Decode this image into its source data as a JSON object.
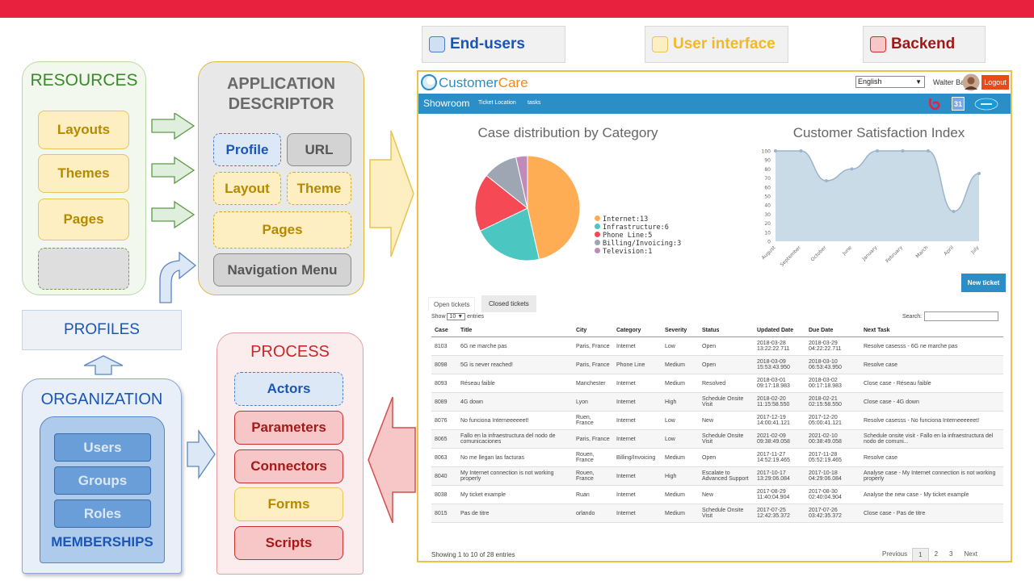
{
  "legend": [
    {
      "label": "End-users",
      "color": "#1a55b8",
      "swatch": "#cfe0f5",
      "swatch_border": "#4a7fc8"
    },
    {
      "label": "User interface",
      "color": "#f0b928",
      "swatch": "#fdefc2",
      "swatch_border": "#e8c55a"
    },
    {
      "label": "Backend",
      "color": "#a01818",
      "swatch": "#f7c6c6",
      "swatch_border": "#c83030"
    }
  ],
  "resources": {
    "title": "RESOURCES",
    "items": [
      "Layouts",
      "Themes",
      "Pages"
    ]
  },
  "app_descriptor": {
    "title_line1": "APPLICATION",
    "title_line2": "DESCRIPTOR",
    "profile": "Profile",
    "url": "URL",
    "layout": "Layout",
    "theme": "Theme",
    "pages": "Pages",
    "nav": "Navigation Menu"
  },
  "profiles": {
    "title": "PROFILES"
  },
  "organization": {
    "title": "ORGANIZATION",
    "items": [
      "Users",
      "Groups",
      "Roles"
    ],
    "footer": "MEMBERSHIPS"
  },
  "process": {
    "title": "PROCESS",
    "actors": "Actors",
    "parameters": "Parameters",
    "connectors": "Connectors",
    "forms": "Forms",
    "scripts": "Scripts"
  },
  "app": {
    "logo_prefix": "Customer",
    "logo_suffix": "Care",
    "language": "English",
    "user": "Walter Bates",
    "logout": "Logout",
    "nav": [
      "Showroom",
      "Ticket Location",
      "tasks"
    ],
    "calendar_num": "31",
    "pie_title": "Case distribution by Category",
    "line_title": "Customer Satisfaction Index",
    "new_ticket": "New ticket",
    "tabs": [
      "Open tickets",
      "Closed tickets"
    ],
    "show_label": "Show",
    "show_value": "10",
    "entries_label": "entries",
    "search_label": "Search:",
    "columns": [
      "Case",
      "Title",
      "City",
      "Category",
      "Severity",
      "Status",
      "Updated Date",
      "Due Date",
      "Next Task"
    ],
    "rows": [
      [
        "8103",
        "6G ne marche pas",
        "Paris, France",
        "Internet",
        "Low",
        "Open",
        "2018-03-28 13:22:22.711",
        "2018-03-29 04:22:22.711",
        "Resolve casesss - 6G ne marche pas"
      ],
      [
        "8098",
        "5G is never reached!",
        "Paris, France",
        "Phone Line",
        "Medium",
        "Open",
        "2018-03-09 15:53:43.950",
        "2018-03-10 06:53:43.950",
        "Resolve case"
      ],
      [
        "8093",
        "Réseau faible",
        "Manchester",
        "Internet",
        "Medium",
        "Resolved",
        "2018-03-01 09:17:18.983",
        "2018-03-02 00:17:18.983",
        "Close case - Réseau faible"
      ],
      [
        "8089",
        "4G down",
        "Lyon",
        "Internet",
        "High",
        "Schedule Onsite Visit",
        "2018-02-20 11:15:58.550",
        "2018-02-21 02:15:58.550",
        "Close case - 4G down"
      ],
      [
        "8076",
        "No funciona Interneeeeeet!",
        "Ruen, France",
        "Internet",
        "Low",
        "New",
        "2017-12-19 14:00:41.121",
        "2017-12-20 05:00:41.121",
        "Resolve casesss - No funciona Interneeeeeet!"
      ],
      [
        "8065",
        "Fallo en la infraestructura del nodo de comunicaciones",
        "Paris, France",
        "Internet",
        "Low",
        "Schedule Onsite Visit",
        "2021-02-09 09:38:49.058",
        "2021-02-10 00:38:49.058",
        "Schedule onsite visit - Fallo en la infraestructura del nodo de comuni..."
      ],
      [
        "8063",
        "No me llegan las facturas",
        "Rouen, France",
        "Billing/Invoicing",
        "Medium",
        "Open",
        "2017-11-27 14:52:19.465",
        "2017-11-28 05:52:19.465",
        "Resolve case"
      ],
      [
        "8040",
        "My Internet connection is not working properly",
        "Rouen, France",
        "Internet",
        "High",
        "Escalate to Advanced Support",
        "2017-10-17 13:29:06.084",
        "2017-10-18 04:29:06.084",
        "Analyse case - My Internet connection is not working properly"
      ],
      [
        "8038",
        "My ticket example",
        "Ruan",
        "Internet",
        "Medium",
        "New",
        "2017-08-29 11:40:04.904",
        "2017-08-30 02:40:04.904",
        "Analyse the new case - My ticket example"
      ],
      [
        "8015",
        "Pas de titre",
        "orlando",
        "Internet",
        "Medium",
        "Schedule Onsite Visit",
        "2017-07-25 12:42:35.372",
        "2017-07-26 03:42:35.372",
        "Close case - Pas de titre"
      ]
    ],
    "footer_info": "Showing 1 to 10 of 28 entries",
    "pagination": [
      "Previous",
      "1",
      "2",
      "3",
      "Next"
    ]
  },
  "chart_data": [
    {
      "type": "pie",
      "title": "Case distribution by Category",
      "categories": [
        "Internet",
        "Infrastructure",
        "Phone Line",
        "Billing/Invoicing",
        "Television"
      ],
      "values": [
        13,
        6,
        5,
        3,
        1
      ],
      "legend_labels": [
        "Internet:13",
        "Infrastructure:6",
        "Phone Line:5",
        "Billing/Invoicing:3",
        "Television:1"
      ],
      "colors": [
        "#ffad55",
        "#4bc6c0",
        "#f54a55",
        "#9ea6b4",
        "#c08bb8"
      ],
      "legend": "right"
    },
    {
      "type": "area",
      "title": "Customer Satisfaction Index",
      "categories": [
        "August",
        "September",
        "October",
        "June",
        "January",
        "February",
        "March",
        "April",
        "July"
      ],
      "values": [
        100,
        100,
        67,
        80,
        100,
        100,
        100,
        33,
        75
      ],
      "ylim": [
        0,
        100
      ],
      "yticks": [
        "0",
        "10",
        "20",
        "30",
        "40",
        "50",
        "60",
        "70",
        "80",
        "90",
        "100"
      ],
      "color": "#b8cfe0"
    }
  ]
}
